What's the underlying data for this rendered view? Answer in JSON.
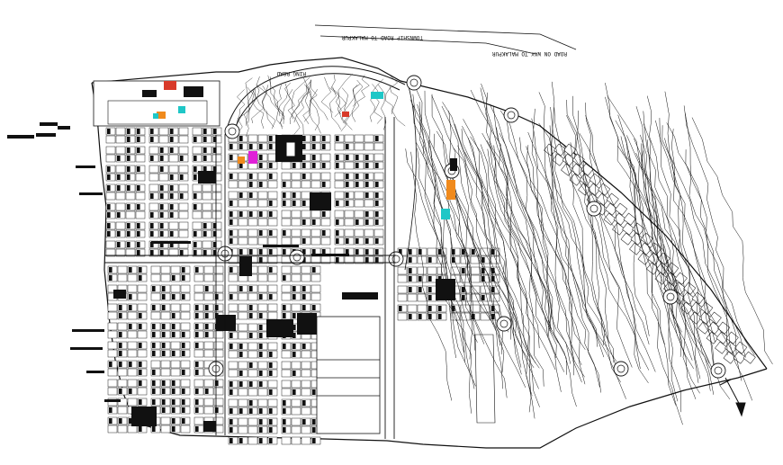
{
  "drawing": {
    "type": "master layout plan (CAD line drawing)",
    "colors": {
      "background": "#ffffff",
      "linework": "#111111",
      "accent_magenta": "#e020d8",
      "accent_orange": "#f08a1c",
      "accent_cyan": "#1fc7c7",
      "accent_red": "#d83a2a"
    }
  },
  "labels": {
    "road_top_left": "TOWNSHIP ROAD TO MALAKPUR",
    "road_top_right": "ROAD ON WAY TO MALAKPUR",
    "ring_road": "RING ROAD"
  },
  "icons": {
    "north": "north-arrow-icon"
  }
}
